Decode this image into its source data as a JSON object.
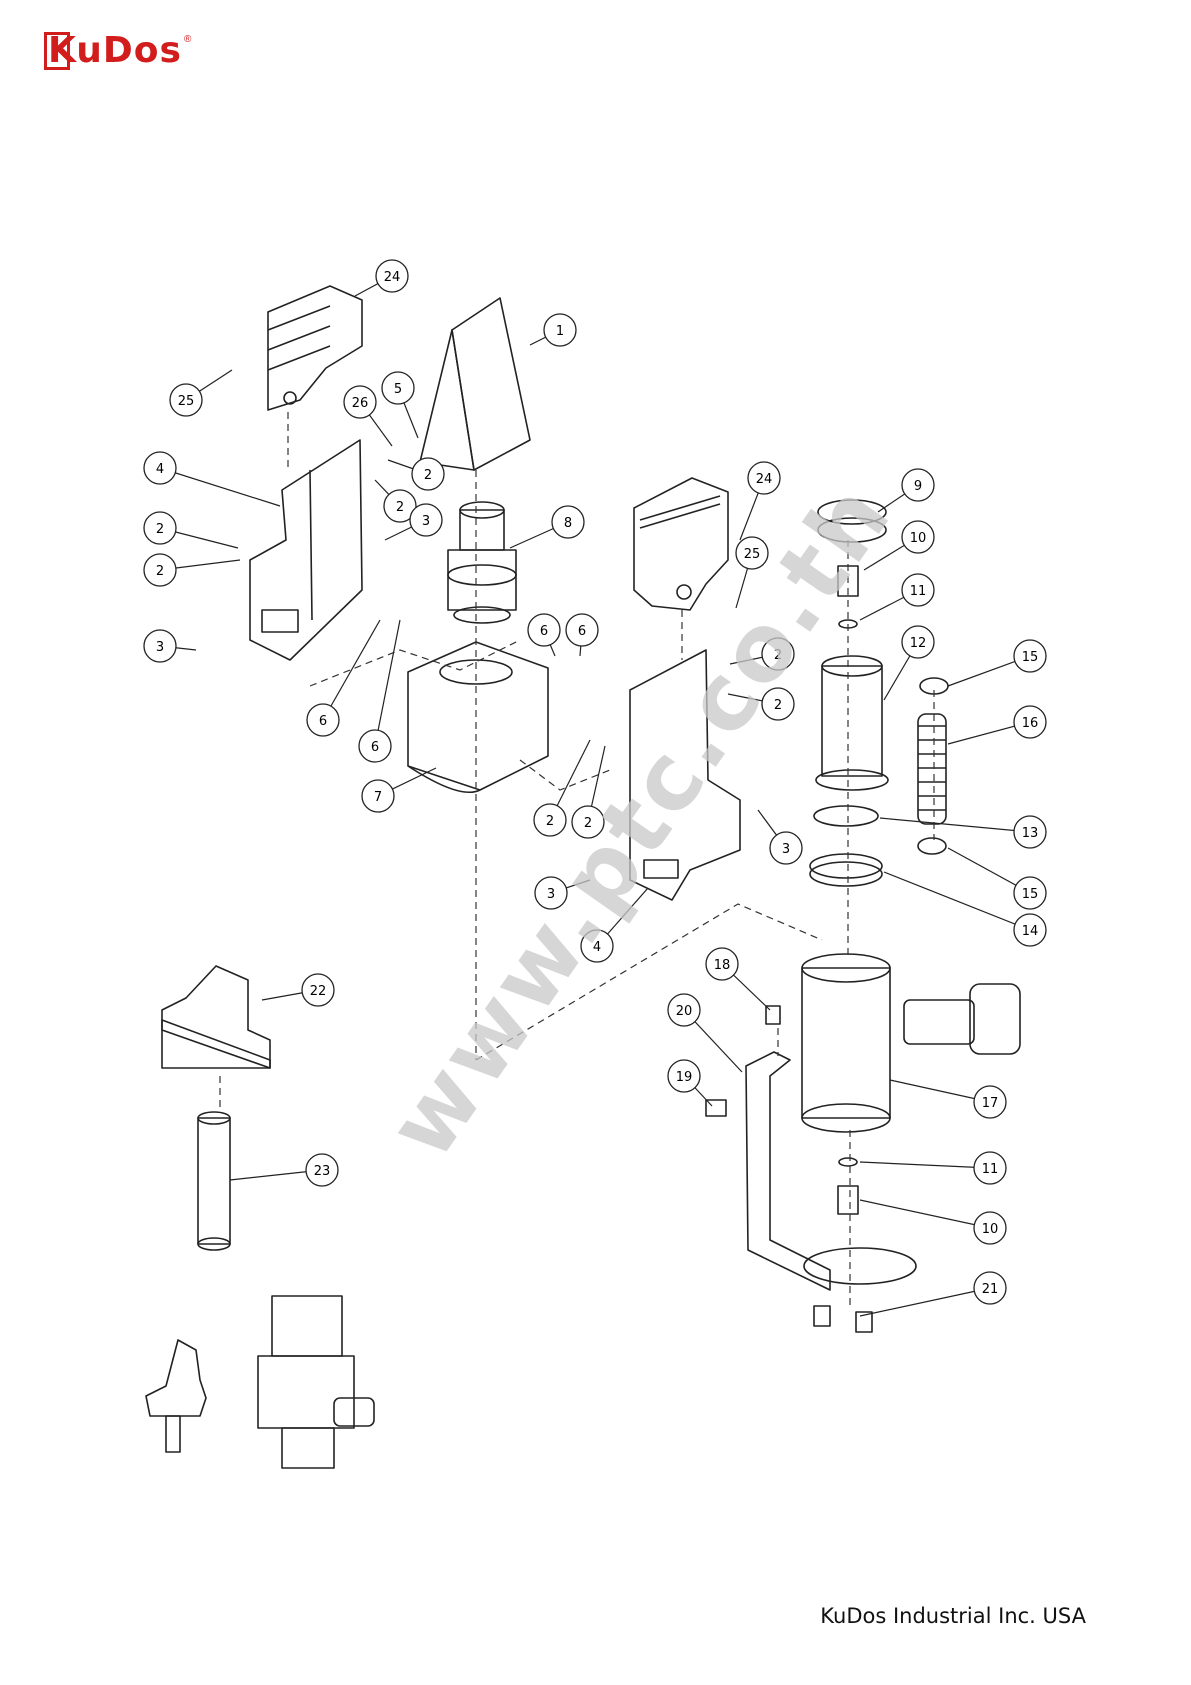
{
  "brand": {
    "logo_text": "KuDos",
    "registered_mark": "®",
    "logo_color": "#d21d1d"
  },
  "watermark": {
    "text": "www.ptc.co.th",
    "color": "#c9c9c9"
  },
  "footer": {
    "company": "KuDos Industrial Inc. USA"
  },
  "diagram": {
    "callouts": [
      "24",
      "1",
      "25",
      "26",
      "5",
      "2",
      "4",
      "2",
      "3",
      "2",
      "2",
      "8",
      "3",
      "6",
      "6",
      "6",
      "6",
      "7",
      "2",
      "2",
      "24",
      "25",
      "2",
      "2",
      "9",
      "10",
      "11",
      "12",
      "15",
      "16",
      "13",
      "15",
      "14",
      "3",
      "3",
      "4",
      "22",
      "18",
      "20",
      "19",
      "17",
      "11",
      "10",
      "23",
      "21"
    ]
  }
}
